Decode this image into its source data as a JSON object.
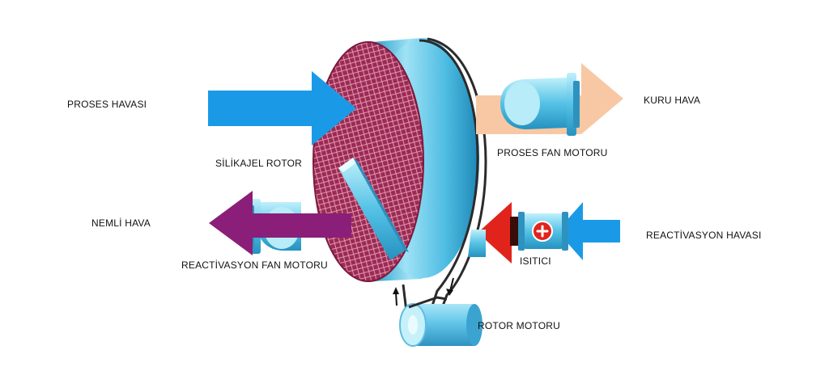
{
  "labels": {
    "process_air": "PROSES HAVASI",
    "dry_air": "KURU HAVA",
    "process_fan_motor": "PROSES FAN MOTORU",
    "silica_gel_rotor": "SİLİKAJEL ROTOR",
    "humid_air": "NEMLİ HAVA",
    "reactivation_air": "REACTİVASYON HAVASI",
    "heater": "ISITICI",
    "reactivation_fan_motor": "REACTİVASYON FAN MOTORU",
    "rotor_motor": "ROTOR MOTORU"
  },
  "colors": {
    "process_air": "#1a9ae6",
    "dry_air": "#f8c8a4",
    "humid_air": "#8b1e78",
    "heat": "#e0241c",
    "rotor_body": "#5cc3e6",
    "rotor_face": "#8a1f44",
    "belt": "#2b2b2b"
  },
  "icons": [
    "plus-icon",
    "rotation-arrow-left-icon",
    "rotation-arrow-right-icon"
  ]
}
